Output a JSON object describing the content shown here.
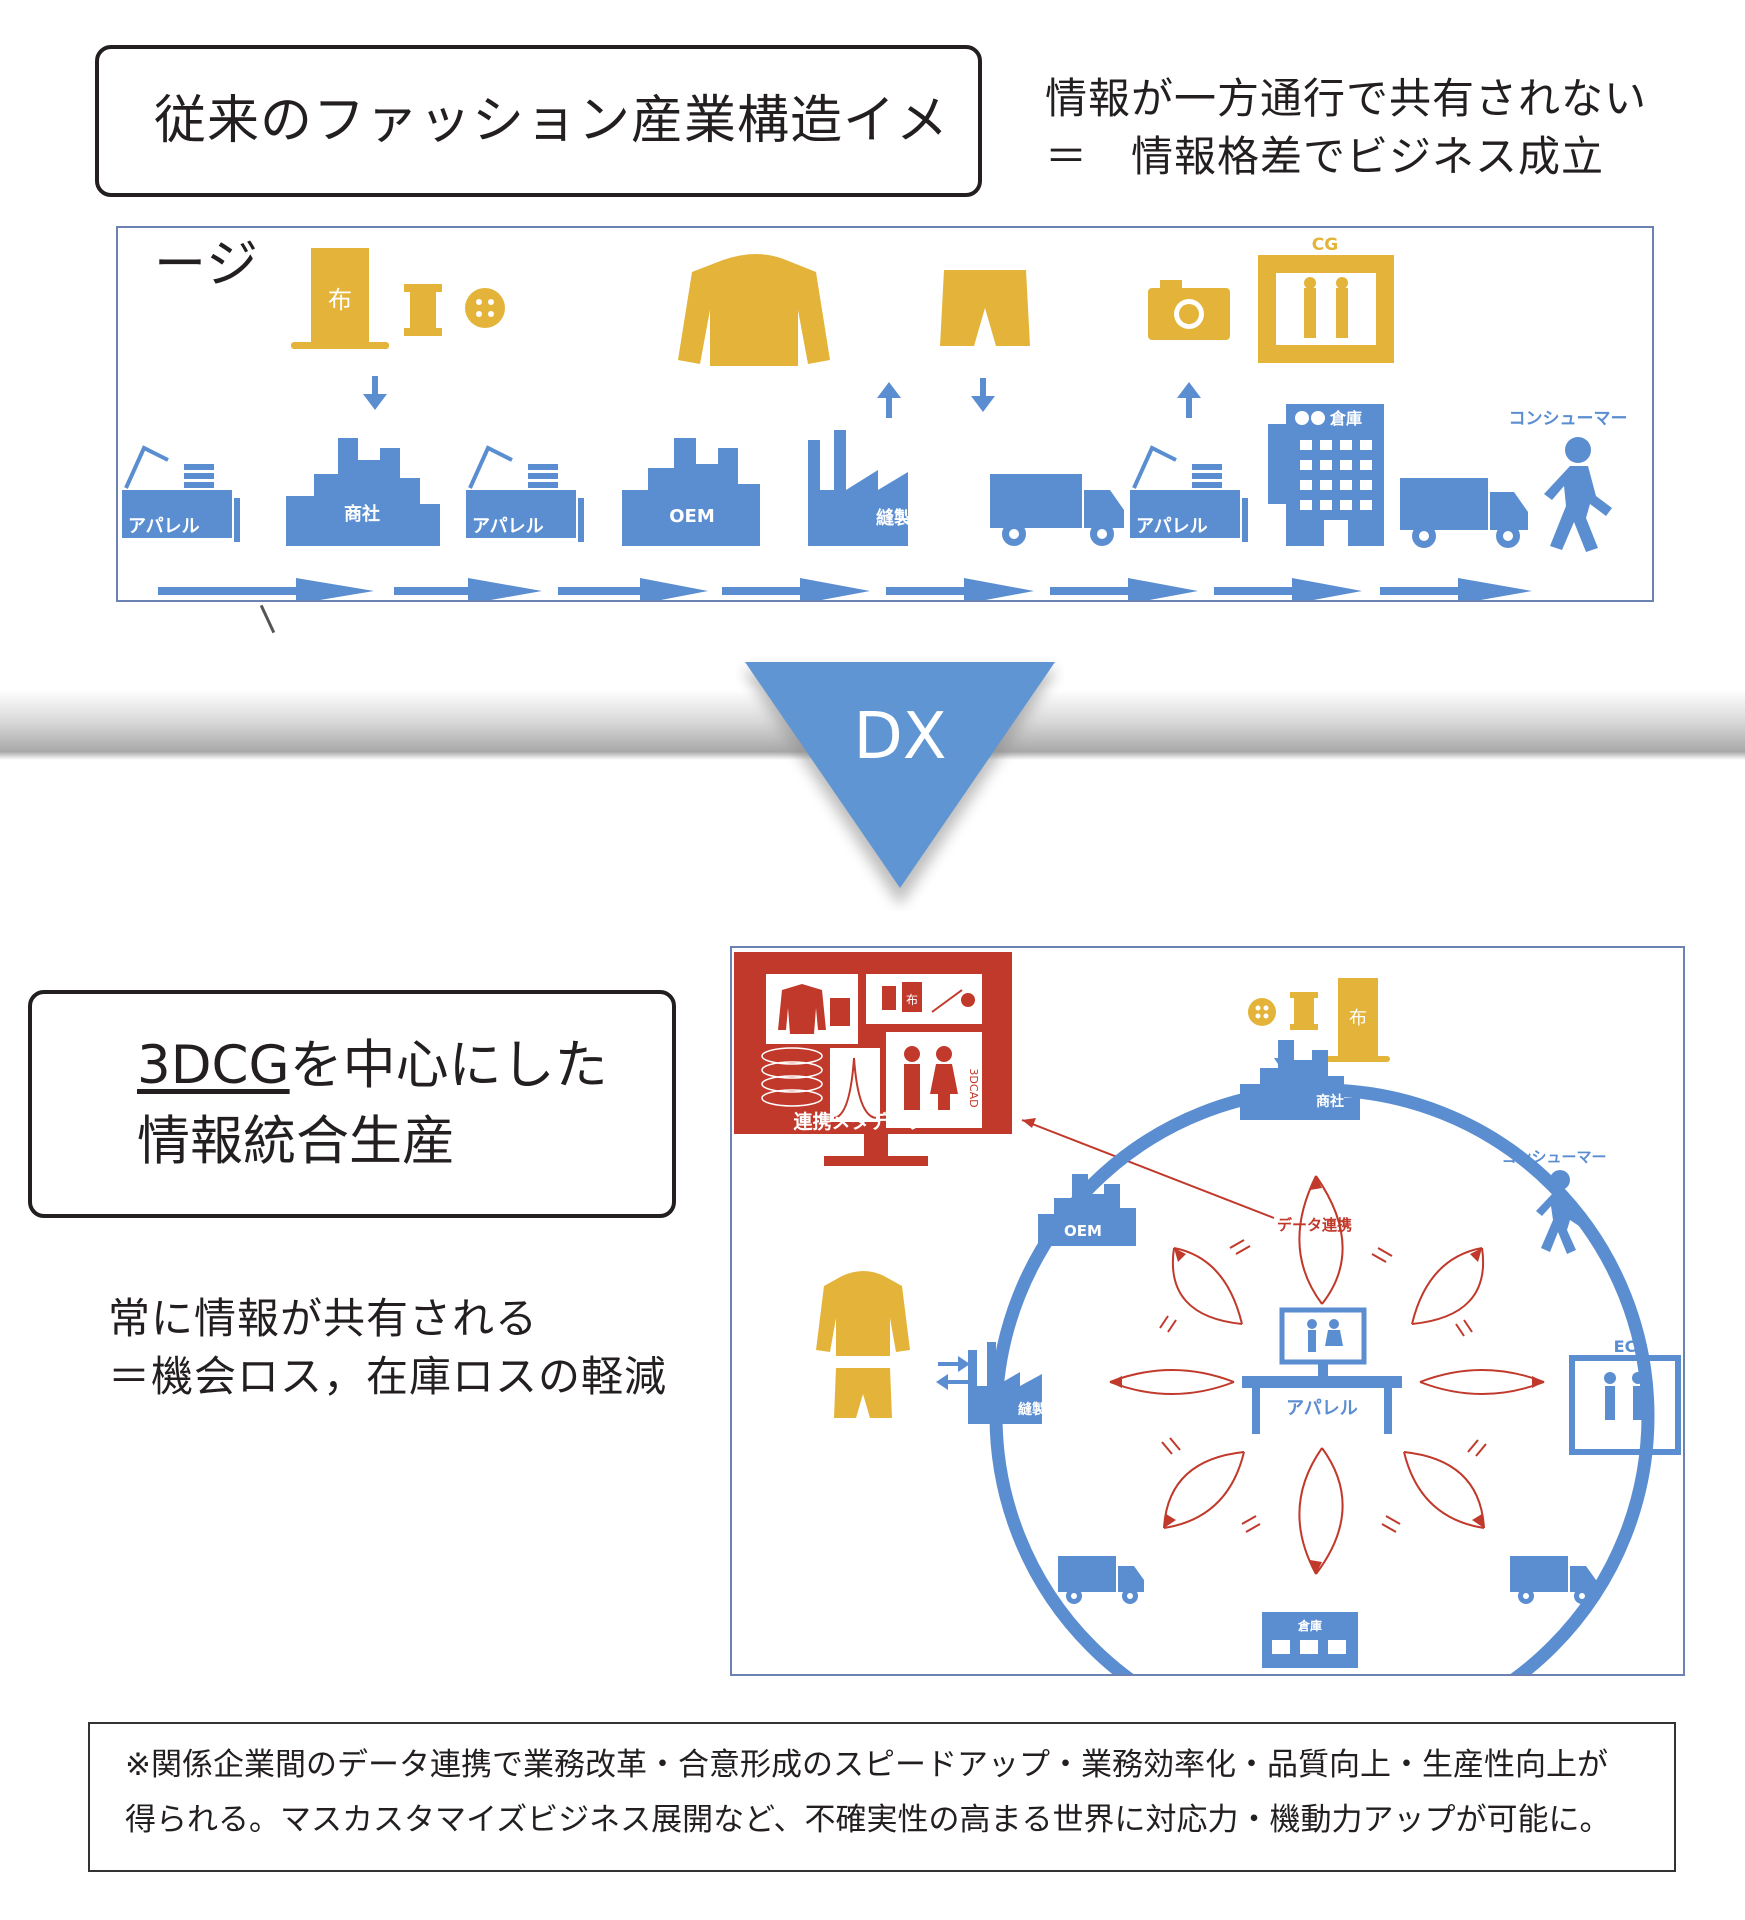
{
  "top": {
    "title": "従来のファッション産業構造イメージ",
    "note_line1": "情報が一方通行で共有されない",
    "note_line2": "＝　情報格差でビジネス成立",
    "labels": {
      "cloth": "布",
      "cg": "CG",
      "warehouse": "倉庫",
      "consumer": "コンシューマー",
      "apparel": "アパレル",
      "trading": "商社",
      "oem": "OEM",
      "sewing": "縫製"
    }
  },
  "dx": {
    "label": "DX"
  },
  "bottom": {
    "title_prefix": "3DCG",
    "title_line1_rest": "を中心にした",
    "title_line2": "情報統合生産",
    "note_line1": "常に情報が共有される",
    "note_line2": "＝機会ロス，在庫ロスの軽減",
    "labels": {
      "metadata": "連携メタデータ",
      "cad": "3DCAD",
      "cloth": "布",
      "cloth_small": "布",
      "trading": "商社",
      "consumer": "コンシューマー",
      "oem": "OEM",
      "data_link": "データ連携",
      "ec": "EC",
      "sewing": "縫製",
      "apparel": "アパレル",
      "warehouse": "倉庫"
    }
  },
  "footer": {
    "line1": "※関係企業間のデータ連携で業務改革・合意形成のスピードアップ・業務効率化・品質向上・生産性向上が",
    "line2": "得られる。マスカスタマイズビジネス展開など、不確実性の高まる世界に対応力・機動力アップが可能に。"
  },
  "colors": {
    "blue": "#5b8ed1",
    "gold": "#e4b43a",
    "red": "#c0392b",
    "dx_blue": "#5f95d3"
  }
}
